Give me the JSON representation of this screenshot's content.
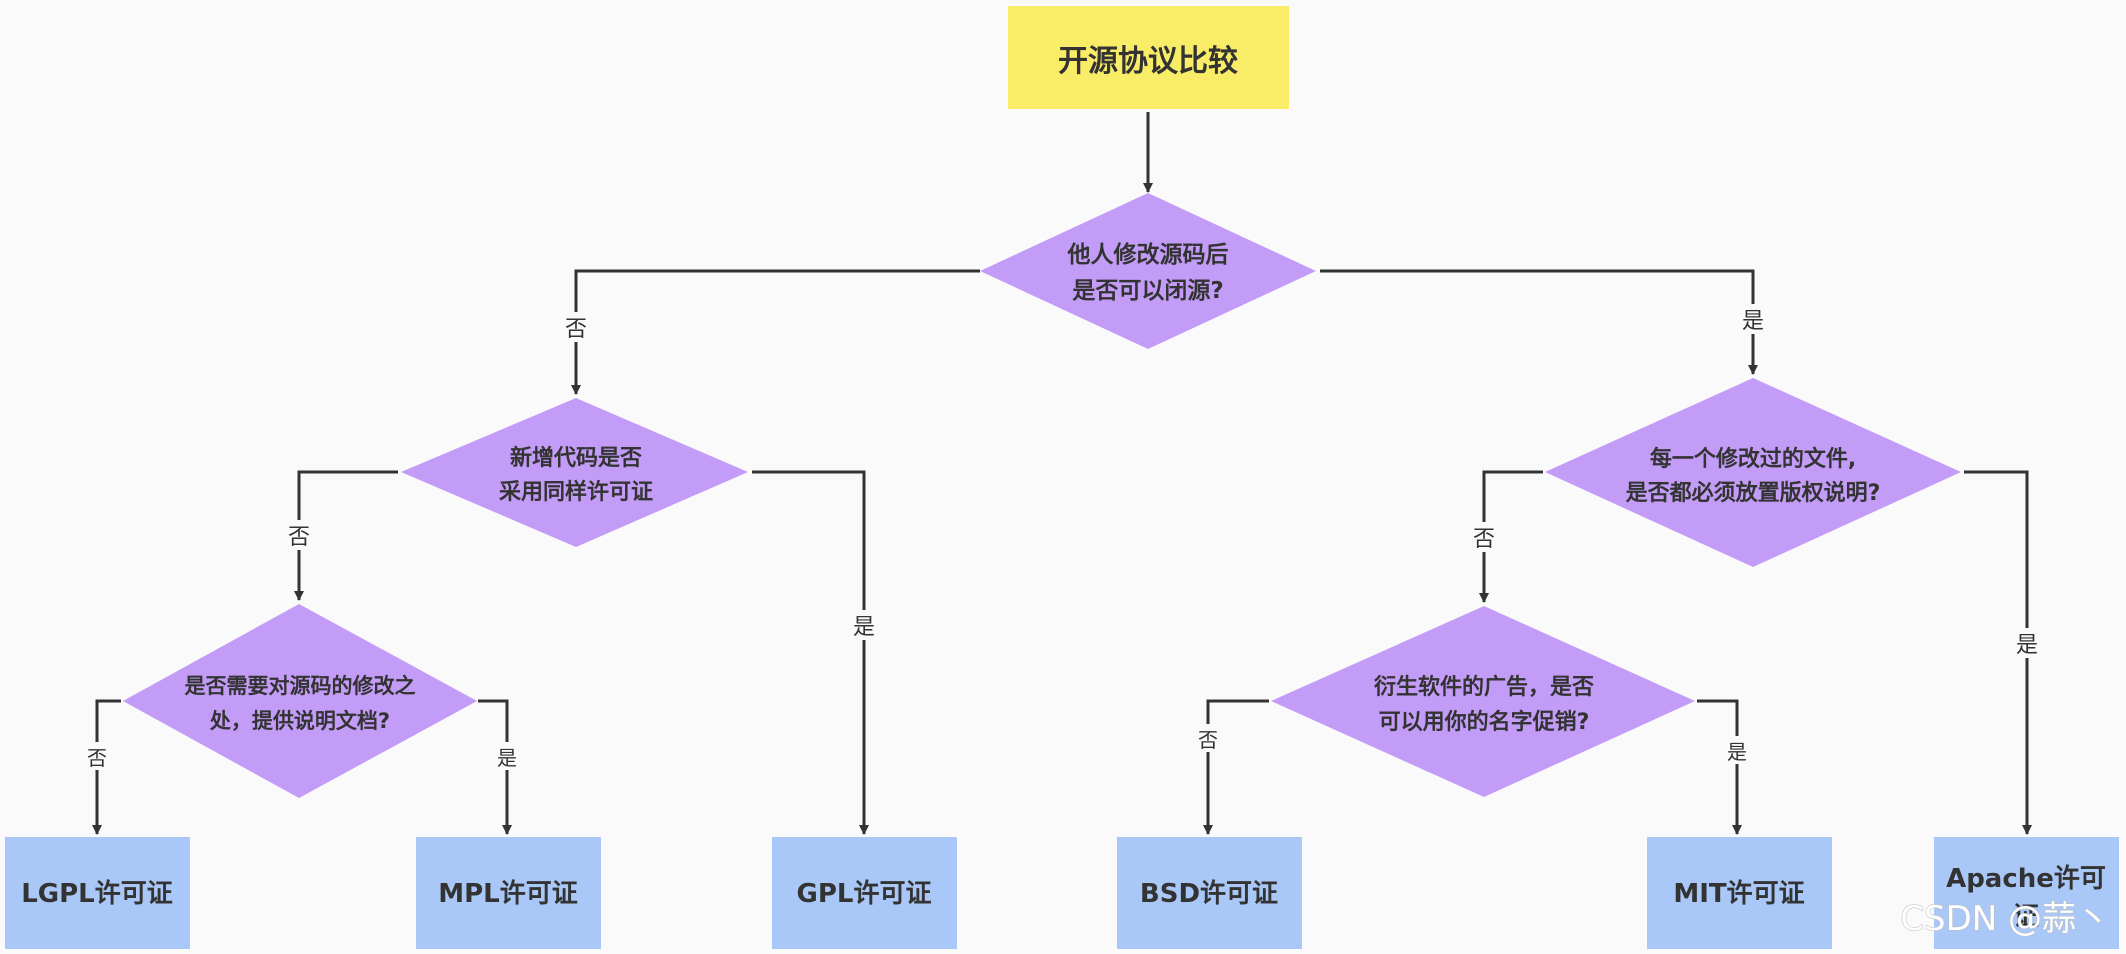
{
  "colors": {
    "background": "#fafafa",
    "title_fill": "#f9ec67",
    "decision_fill": "#c39cf8",
    "license_fill": "#a9c8f7",
    "line": "#333333",
    "text": "#333333"
  },
  "nodes": {
    "title": {
      "text": "开源协议比较"
    },
    "q_closed_source": {
      "line1": "他人修改源码后",
      "line2": "是否可以闭源?"
    },
    "q_same_license": {
      "line1": "新增代码是否",
      "line2": "采用同样许可证"
    },
    "q_doc_changes": {
      "line1": "是否需要对源码的修改之",
      "line2": "处，提供说明文档?"
    },
    "q_copyright": {
      "line1": "每一个修改过的文件,",
      "line2": "是否都必须放置版权说明?"
    },
    "q_name_promo": {
      "line1": "衍生软件的广告，是否",
      "line2": "可以用你的名字促销?"
    },
    "lgpl": {
      "text": "LGPL许可证"
    },
    "mpl": {
      "text": "MPL许可证"
    },
    "gpl": {
      "text": "GPL许可证"
    },
    "bsd": {
      "text": "BSD许可证"
    },
    "mit": {
      "text": "MIT许可证"
    },
    "apache": {
      "line1": "Apache许可",
      "line2": "证"
    }
  },
  "edge_labels": {
    "yes": "是",
    "no": "否"
  },
  "watermark": "CSDN @蒜丶"
}
